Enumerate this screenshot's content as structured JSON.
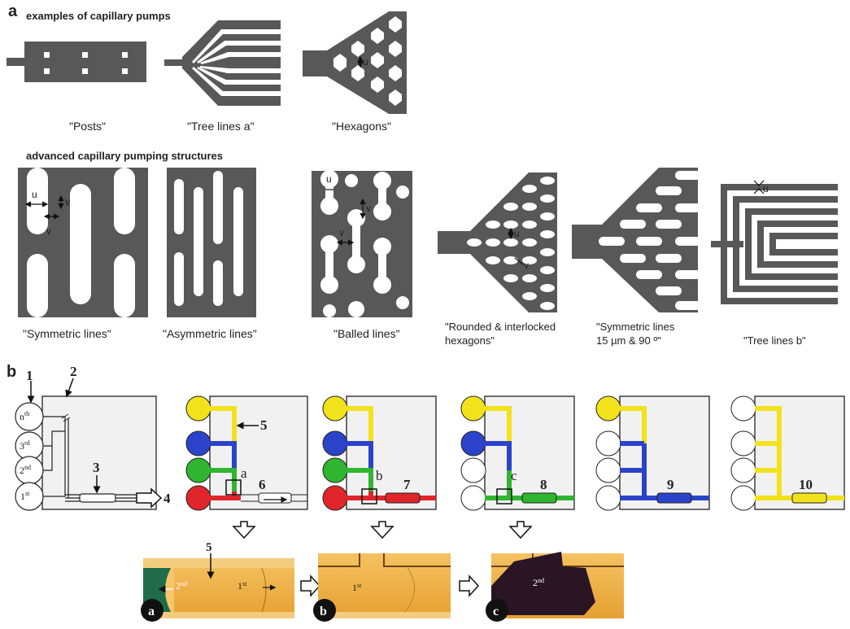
{
  "panel_a": {
    "letter": "a",
    "heading_pumps": "examples of capillary pumps",
    "heading_advanced": "advanced capillary pumping structures",
    "captions": {
      "posts": "\"Posts\"",
      "tree_a": "\"Tree lines a\"",
      "hexagons": "\"Hexagons\"",
      "symmetric": "\"Symmetric lines\"",
      "asymmetric": "\"Asymmetric lines\"",
      "balled": "\"Balled lines\"",
      "rounded_1": "\"Rounded & interlocked",
      "rounded_2": "hexagons\"",
      "sym15_1": "\"Symmetric lines",
      "sym15_2": "15 µm & 90 º\"",
      "tree_b": "\"Tree lines b\""
    },
    "dim_u": "u",
    "dim_v": "v"
  },
  "panel_b": {
    "letter": "b",
    "callouts": {
      "n1": "1",
      "n2": "2",
      "n3": "3",
      "n4": "4",
      "n5": "5",
      "n6": "6",
      "n7": "7",
      "n8": "8",
      "n9": "9",
      "n10": "10"
    },
    "valve_labels": {
      "nth_num": "n",
      "nth_sup": "th",
      "third_num": "3",
      "third_sup": "rd",
      "second_num": "2",
      "second_sup": "nd",
      "first_num": "1",
      "first_sup": "st"
    },
    "box_labels": {
      "a": "a",
      "b": "b",
      "c": "c"
    },
    "photo_labels": {
      "first_num": "1",
      "first_sup": "st",
      "second_num": "2",
      "second_sup": "nd"
    },
    "photo_badges": {
      "a": "a",
      "b": "b",
      "c": "c"
    },
    "colors": {
      "yellow": "#f2e21c",
      "blue": "#2b43c9",
      "green": "#2fb52f",
      "red": "#e0262a",
      "chip_bg": "#f1f1f1",
      "photo_amber": "#eba637"
    }
  }
}
